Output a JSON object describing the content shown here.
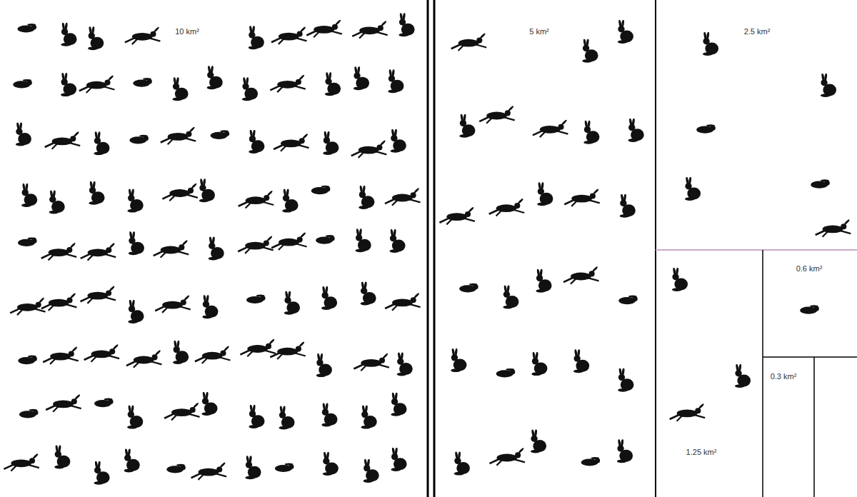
{
  "diagram": {
    "nodes": [
      {
        "text": [
          "10 km²"
        ]
      },
      {
        "text": [
          "5 km²"
        ]
      },
      {
        "text": [
          "2.5 km²"
        ]
      },
      {
        "text": [
          "0.6 km²"
        ]
      },
      {
        "text": [
          "0.3 km²"
        ]
      },
      {
        "text": [
          "1.25 km²"
        ]
      }
    ]
  }
}
